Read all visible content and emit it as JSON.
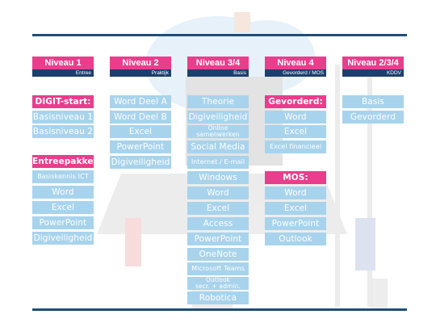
{
  "levels": [
    {
      "title": "Niveau 1",
      "subtitle": "Entree"
    },
    {
      "title": "Niveau 2",
      "subtitle": "Praktijk"
    },
    {
      "title": "Niveau 3/4",
      "subtitle": "Basis"
    },
    {
      "title": "Niveau 4",
      "subtitle": "Gevorderd / MOS"
    },
    {
      "title": "Niveau 2/3/4",
      "subtitle": "KDDV"
    }
  ],
  "col1": {
    "digit_start": "DIGIT-start:",
    "basisniveau_1": "Basisniveau 1",
    "basisniveau_2": "Basisniveau 2",
    "entreepakket": "Entreepakket:",
    "basiskennis_ict": "Basiskennis ICT",
    "word": "Word",
    "excel": "Excel",
    "powerpoint": "PowerPoint",
    "digiveiligheid": "Digiveiligheid"
  },
  "col2": {
    "word_deel_a": "Word Deel A",
    "word_deel_b": "Word Deel B",
    "excel": "Excel",
    "powerpoint": "PowerPoint",
    "digiveiligheid": "Digiveiligheid"
  },
  "col3": {
    "theorie": "Theorie",
    "digiveiligheid": "Digiveiligheid",
    "online_samenwerken_1": "Online",
    "online_samenwerken_2": "samenwerken",
    "social_media": "Social Media",
    "internet_email": "Internet / E-mail",
    "windows": "Windows",
    "word": "Word",
    "excel": "Excel",
    "access": "Access",
    "powerpoint": "PowerPoint",
    "onenote": "OneNote",
    "microsoft_teams": "Microsoft Teams",
    "outlook_1": "Outlook",
    "outlook_2": "secr. + admin.",
    "robotica": "Robotica"
  },
  "col4": {
    "gevorderd": "Gevorderd:",
    "word": "Word",
    "excel": "Excel",
    "excel_financieel": "Excel financieel",
    "mos": "MOS:",
    "mos_word": "Word",
    "mos_excel": "Excel",
    "mos_powerpoint": "PowerPoint",
    "mos_outlook": "Outlook"
  },
  "col5": {
    "basis": "Basis",
    "gevorderd": "Gevorderd"
  },
  "colors": {
    "pink": "#e83e8c",
    "navy": "#1c3f6e",
    "light_blue": "#a8d3ec"
  }
}
